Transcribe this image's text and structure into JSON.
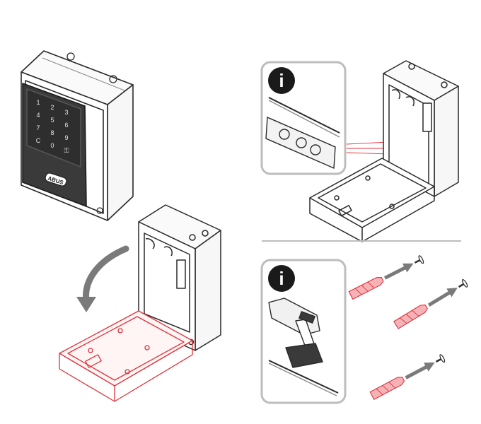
{
  "brand": "ABUS",
  "keypad": {
    "keys": [
      "1",
      "2",
      "3",
      "4",
      "5",
      "6",
      "7",
      "8",
      "9",
      "C",
      "0",
      "⚿"
    ]
  },
  "panels": [
    {
      "icon": "info-icon",
      "label": "i"
    },
    {
      "icon": "info-icon",
      "label": "i"
    }
  ],
  "colors": {
    "line": "#2a2a2a",
    "accent": "#e0303a",
    "arrow": "#7a7a7a",
    "panel_border": "#bdbdbd"
  }
}
